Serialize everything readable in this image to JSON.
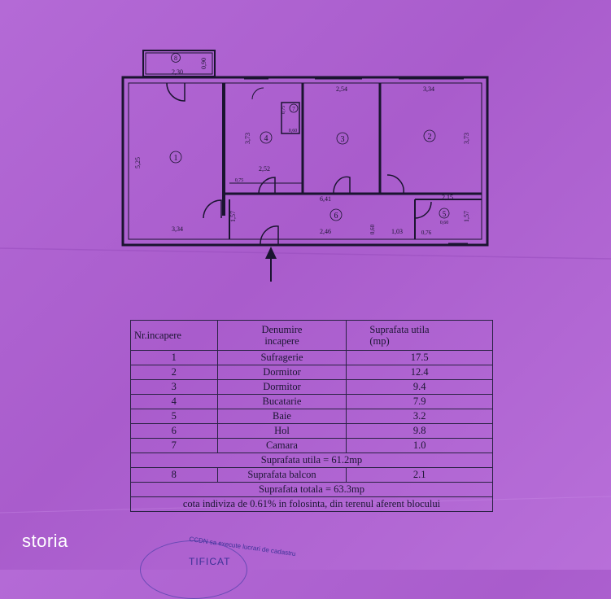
{
  "floor_plan": {
    "room_numbers": [
      "1",
      "2",
      "3",
      "4",
      "5",
      "6",
      "7",
      "8"
    ],
    "dimensions": {
      "balcony_width": "2,30",
      "balcony_depth": "0,90",
      "room2_width": "3,34",
      "room2_height": "3,73",
      "room3_width": "2,54",
      "room4_height": "3,73",
      "room4_width": "2,52",
      "room4_small": "0,75",
      "room7_a": "0,75",
      "room7_b": "0,60",
      "room1_height": "5,25",
      "room1_width": "3,34",
      "hall_width": "6,41",
      "hall_height": "1,57",
      "hall_seg1": "2,46",
      "hall_seg2": "0,60",
      "hall_seg3": "1,03",
      "bath_width": "2,15",
      "bath_height": "1,57",
      "bath_door": "0,60",
      "bath_small": "0,76"
    }
  },
  "table": {
    "headers": {
      "nr": "Nr.incapere",
      "name_line1": "Denumire",
      "name_line2": "incapere",
      "area_line1": "Suprafata utila",
      "area_line2": "(mp)"
    },
    "rows": [
      {
        "nr": "1",
        "name": "Sufragerie",
        "area": "17.5"
      },
      {
        "nr": "2",
        "name": "Dormitor",
        "area": "12.4"
      },
      {
        "nr": "3",
        "name": "Dormitor",
        "area": "9.4"
      },
      {
        "nr": "4",
        "name": "Bucatarie",
        "area": "7.9"
      },
      {
        "nr": "5",
        "name": "Baie",
        "area": "3.2"
      },
      {
        "nr": "6",
        "name": "Hol",
        "area": "9.8"
      },
      {
        "nr": "7",
        "name": "Camara",
        "area": "1.0"
      }
    ],
    "useful_total": "Suprafata utila = 61.2mp",
    "balcony_row": {
      "nr": "8",
      "name": "Suprafata balcon",
      "area": "2.1"
    },
    "grand_total": "Suprafata  totala = 63.3mp",
    "footnote": "cota indiviza de 0.61% in folosinta,  din terenul aferent blocului"
  },
  "watermark": "storia",
  "stamp": {
    "line1": "CCDN sa execute lucrari de cadastru",
    "line2": "TIFICAT"
  },
  "colors": {
    "paper": "#b46ad6",
    "ink": "#1a1430"
  }
}
